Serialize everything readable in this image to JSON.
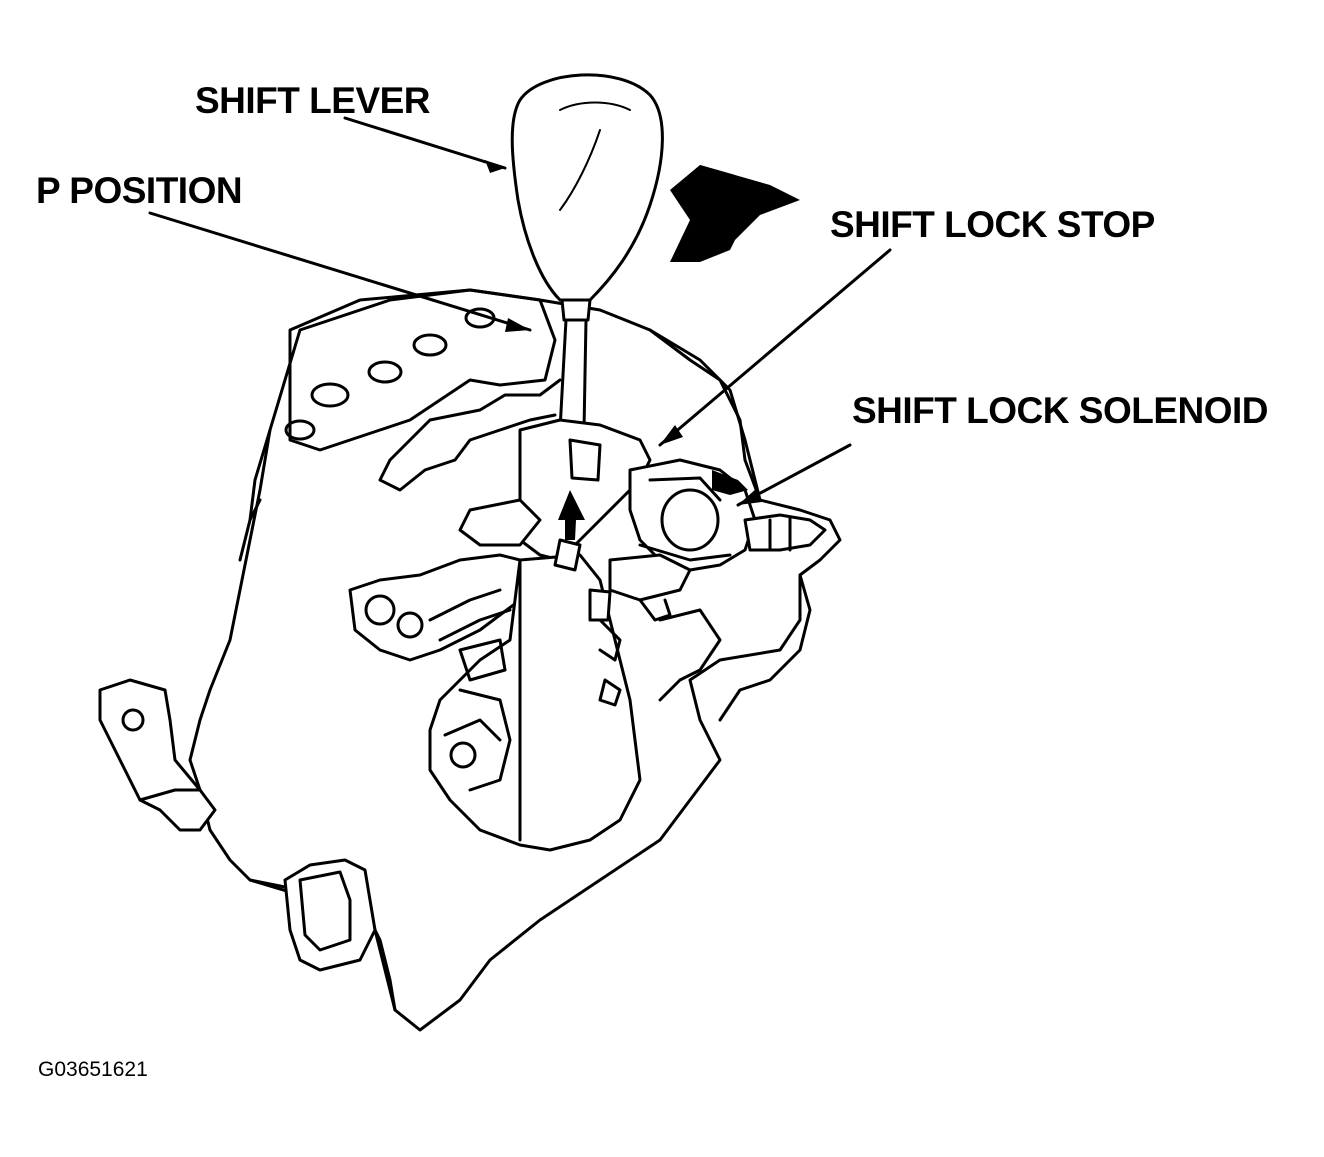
{
  "labels": {
    "shift_lever": "SHIFT LEVER",
    "p_position": "P POSITION",
    "shift_lock_stop": "SHIFT LOCK STOP",
    "shift_lock_solenoid": "SHIFT LOCK SOLENOID"
  },
  "figure_id": "G03651621",
  "colors": {
    "ink": "#000000",
    "paper": "#ffffff"
  }
}
